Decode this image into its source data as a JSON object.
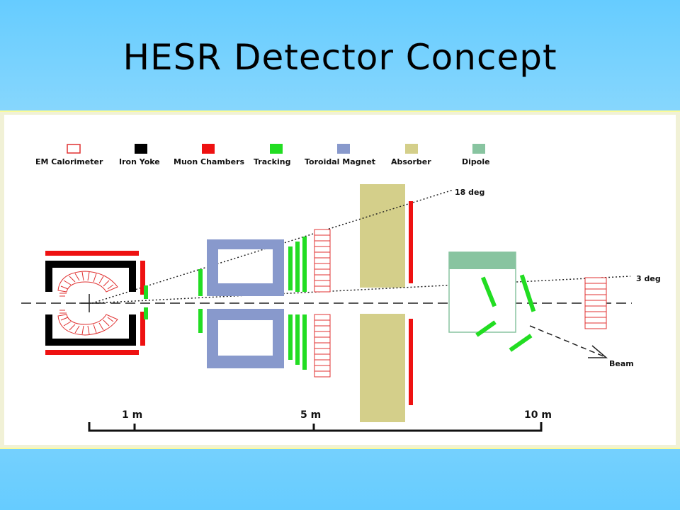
{
  "title": "HESR Detector Concept",
  "legend": [
    {
      "name": "legend-em-calorimeter",
      "label": "EM  Calorimeter",
      "color": "#e03030",
      "outline": true
    },
    {
      "name": "legend-iron-yoke",
      "label": "Iron Yoke",
      "color": "#000000",
      "outline": false
    },
    {
      "name": "legend-muon-chambers",
      "label": "Muon Chambers",
      "color": "#ee1111",
      "outline": false
    },
    {
      "name": "legend-tracking",
      "label": "Tracking",
      "color": "#22dd22",
      "outline": false
    },
    {
      "name": "legend-toroidal-magnet",
      "label": "Toroidal Magnet",
      "color": "#8899cc",
      "outline": false
    },
    {
      "name": "legend-absorber",
      "label": "Absorber",
      "color": "#d4cf8a",
      "outline": false
    },
    {
      "name": "legend-dipole",
      "label": "Dipole",
      "color": "#88c4a0",
      "outline": false
    }
  ],
  "annotations": {
    "angle_18": "18 deg",
    "angle_3": "3 deg",
    "beam": "Beam"
  },
  "scale": {
    "ticks": [
      "1 m",
      "5 m",
      "10 m"
    ]
  },
  "colors": {
    "calorimeter": "#e03030",
    "iron_yoke": "#000000",
    "muon": "#ee1111",
    "tracking": "#22dd22",
    "toroid": "#8899cc",
    "absorber": "#d4cf8a",
    "dipole": "#88c4a0"
  }
}
